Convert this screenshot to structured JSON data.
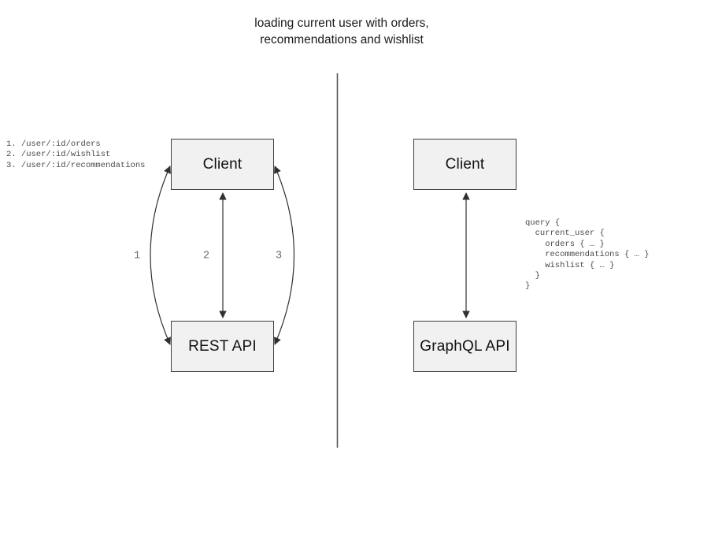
{
  "title": "loading current user with orders,\nrecommendations and wishlist",
  "rest_side": {
    "endpoints_note": "1. /user/:id/orders\n2. /user/:id/wishlist\n3. /user/:id/recommendations",
    "client_label": "Client",
    "api_label": "REST API",
    "arrow_labels": [
      "1",
      "2",
      "3"
    ]
  },
  "graphql_side": {
    "client_label": "Client",
    "api_label": "GraphQL API",
    "query_note": "query {\n  current_user {\n    orders { … }\n    recommendations { … }\n    wishlist { … }\n  }\n}"
  },
  "colors": {
    "box_fill": "#f1f1f1",
    "box_border": "#3f3f3f",
    "arrow_stroke": "#303030",
    "divider_stroke": "#555555",
    "note_text": "#4a4a4a",
    "arrow_label_text": "#6b6b6b",
    "title_text": "#1a1a1a"
  }
}
